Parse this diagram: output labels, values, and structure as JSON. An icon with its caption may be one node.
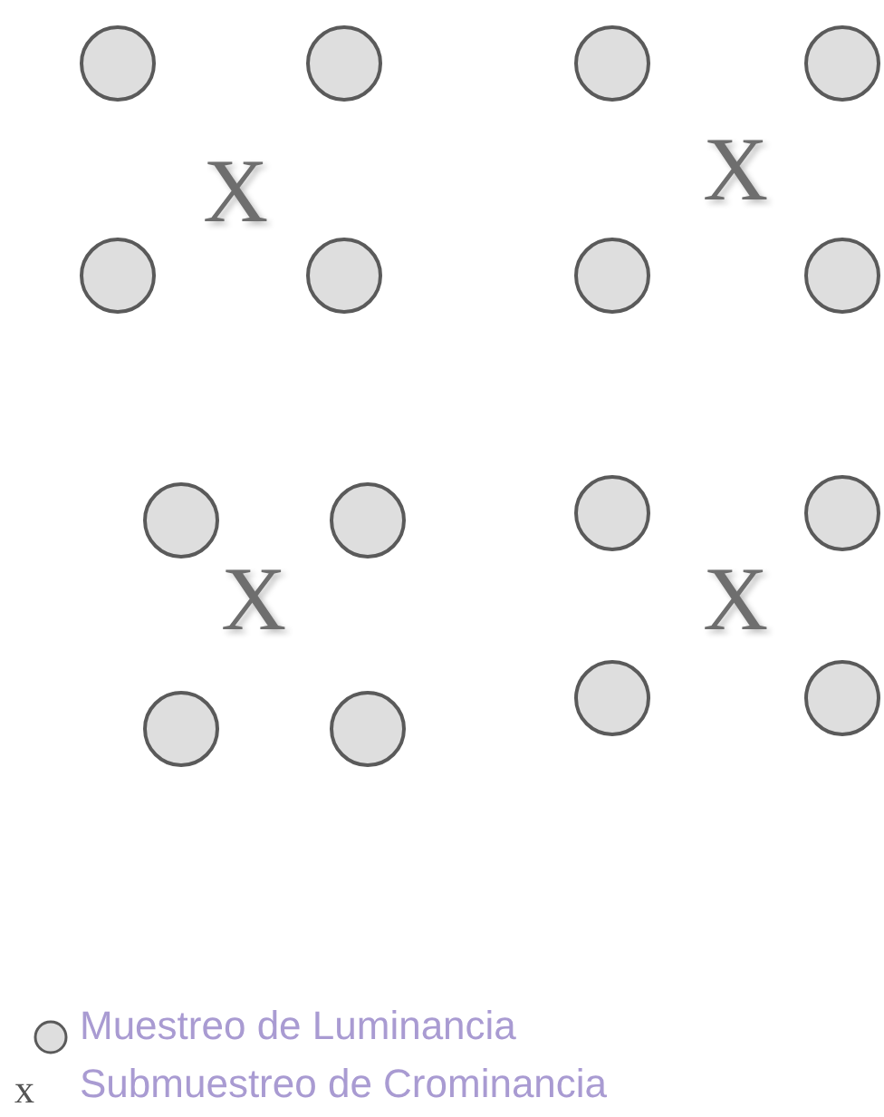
{
  "diagram": {
    "nodes": [
      {
        "text": [],
        "shape": "circle"
      },
      {
        "text": [],
        "shape": "circle"
      },
      {
        "text": [],
        "shape": "circle"
      },
      {
        "text": [],
        "shape": "circle"
      },
      {
        "text": [],
        "shape": "circle"
      },
      {
        "text": [],
        "shape": "circle"
      },
      {
        "text": [],
        "shape": "circle"
      },
      {
        "text": [],
        "shape": "circle"
      },
      {
        "text": [],
        "shape": "circle"
      },
      {
        "text": [],
        "shape": "circle"
      },
      {
        "text": [],
        "shape": "circle"
      },
      {
        "text": [],
        "shape": "circle"
      },
      {
        "text": [],
        "shape": "circle"
      },
      {
        "text": [],
        "shape": "circle"
      },
      {
        "text": [],
        "shape": "circle"
      },
      {
        "text": [],
        "shape": "circle"
      }
    ],
    "labels": [
      "X",
      "X",
      "X",
      "X",
      "x"
    ],
    "legend": [
      {
        "text": "Muestreo de Luminancia"
      },
      {
        "text": "Submuestreo de Crominancia"
      }
    ]
  }
}
